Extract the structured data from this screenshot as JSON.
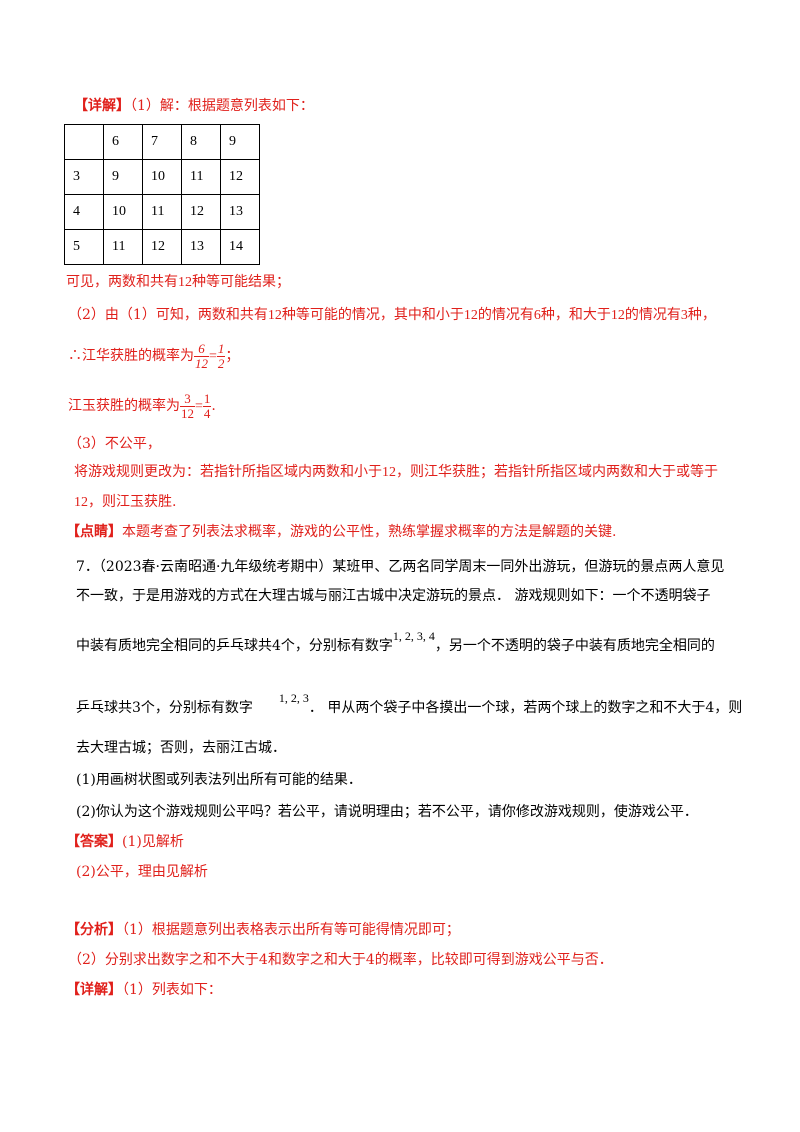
{
  "s1": {
    "tag": "【详解】",
    "text": "（1）解：根据题意列表如下："
  },
  "table": {
    "header": [
      "",
      "6",
      "7",
      "8",
      "9"
    ],
    "rows": [
      [
        "3",
        "9",
        "10",
        "11",
        "12"
      ],
      [
        "4",
        "10",
        "11",
        "12",
        "13"
      ],
      [
        "5",
        "11",
        "12",
        "13",
        "14"
      ]
    ]
  },
  "l_conc": {
    "a": "可见，两数和共有",
    "n": "12",
    "b": "种等可能结果；"
  },
  "l_p2": {
    "a": "（2）由（1）可知，两数和共有",
    "n1": "12",
    "b": "种等可能的情况，其中和小于",
    "n2": "12",
    "c": "的情况有",
    "n3": "6",
    "d": "种，和大于",
    "n4": "12",
    "e": "的情况有",
    "n5": "3",
    "f": "种，"
  },
  "l_jh": {
    "a": "∴江华获胜的概率为",
    "f1n": "6",
    "f1d": "12",
    "eq": "=",
    "f2n": "1",
    "f2d": "2",
    "end": "；"
  },
  "l_jy": {
    "a": "江玉获胜的概率为",
    "fn": "3",
    "fd": "12",
    "eq": "=",
    "f2n": "1",
    "f2d": "4",
    "end": "."
  },
  "l_p3": {
    "text": "（3）不公平，"
  },
  "l_rule1": {
    "a": "将游戏规则更改为：若指针所指区域内两数和小于",
    "n": "12",
    "b": "，则江华获胜；若指针所指区域内两数和大于或等于"
  },
  "l_rule2": {
    "n": "12",
    "b": "，则江玉获胜."
  },
  "l_dj": {
    "tag": "【点睛】",
    "text": "本题考查了列表法求概率，游戏的公平性，熟练掌握求概率的方法是解题的关键."
  },
  "q7": {
    "l1": "7．（2023春·云南昭通·九年级统考期中）某班甲、乙两名同学周末一同外出游玩，但游玩的景点两人意见",
    "l2": "不一致，于是用游戏的方式在大理古城与丽江古城中决定游玩的景点．  游戏规则如下：一个不透明袋子",
    "l3a": "中装有质地完全相同的乒乓球共4个，分别标有数字",
    "l3sup": "1, 2, 3, 4",
    "l3b": "，另一个不透明的袋子中装有质地完全相同的",
    "l4a": "乒乓球共3个，分别标有数字",
    "l4sup": "1, 2, 3",
    "l4b": "．  甲从两个袋子中各摸出一个球，若两个球上的数字之和不大于4，则",
    "l5": "去大理古城；否则，去丽江古城．",
    "q1": "(1)用画树状图或列表法列出所有可能的结果．",
    "q2": "(2)你认为这个游戏规则公平吗？若公平，请说明理由；若不公平，请你修改游戏规则，使游戏公平．"
  },
  "ans": {
    "tag": "【答案】",
    "a1": "(1)见解析",
    "a2": "(2)公平，理由见解析"
  },
  "fx": {
    "tag": "【分析】",
    "l1": "（1）根据题意列出表格表示出所有等可能得情况即可；",
    "l2": "（2）分别求出数字之和不大于4和数字之和大于4的概率，比较即可得到游戏公平与否．"
  },
  "xj2": {
    "tag": "【详解】",
    "text": "（1）列表如下："
  }
}
